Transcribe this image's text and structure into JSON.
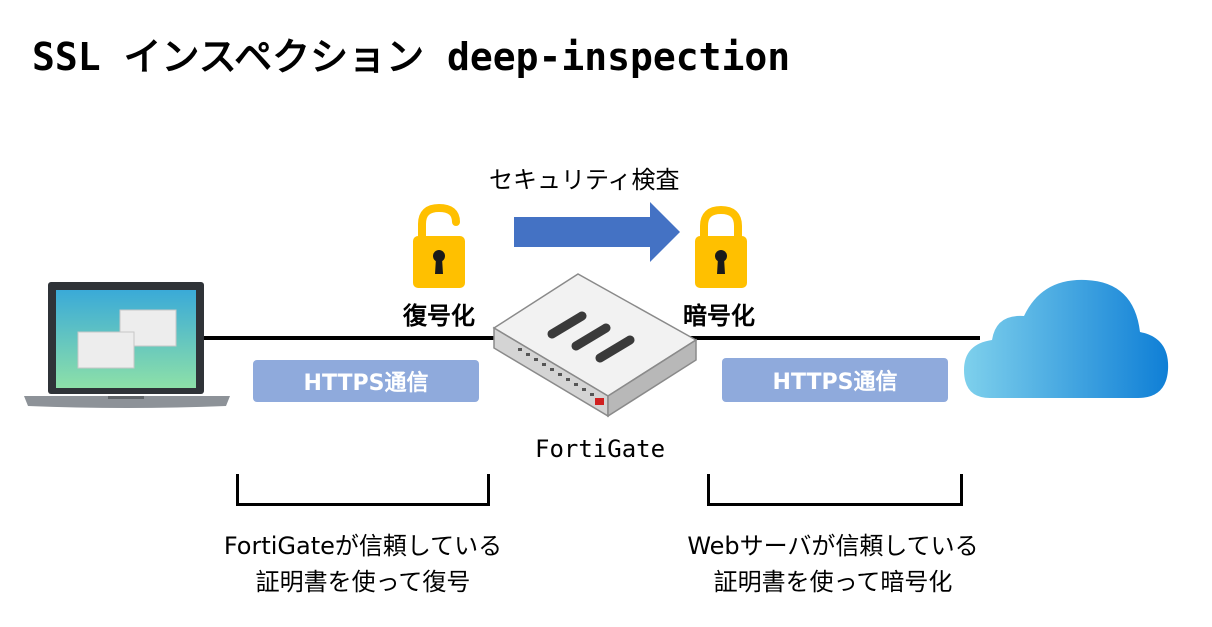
{
  "title": "SSL インスペクション deep-inspection",
  "security_check_label": "セキュリティ検査",
  "decrypt_label": "復号化",
  "encrypt_label": "暗号化",
  "https_left": "HTTPS通信",
  "https_right": "HTTPS通信",
  "device_label": "FortiGate",
  "caption_left": {
    "line1": "FortiGateが信頼している",
    "line2": "証明書を使って復号"
  },
  "caption_right": {
    "line1": "Webサーバが信頼している",
    "line2": "証明書を使って暗号化"
  },
  "icons": {
    "client": "laptop-icon",
    "unlocked": "unlocked-padlock-icon",
    "locked": "locked-padlock-icon",
    "arrow": "right-arrow",
    "device": "fortigate-appliance-icon",
    "server": "cloud-icon"
  },
  "colors": {
    "pill": "#8faadc",
    "arrow": "#4472c4",
    "lock_body": "#ffc000",
    "cloud_light": "#7ed0ec",
    "cloud_dark": "#0f7fd6"
  }
}
